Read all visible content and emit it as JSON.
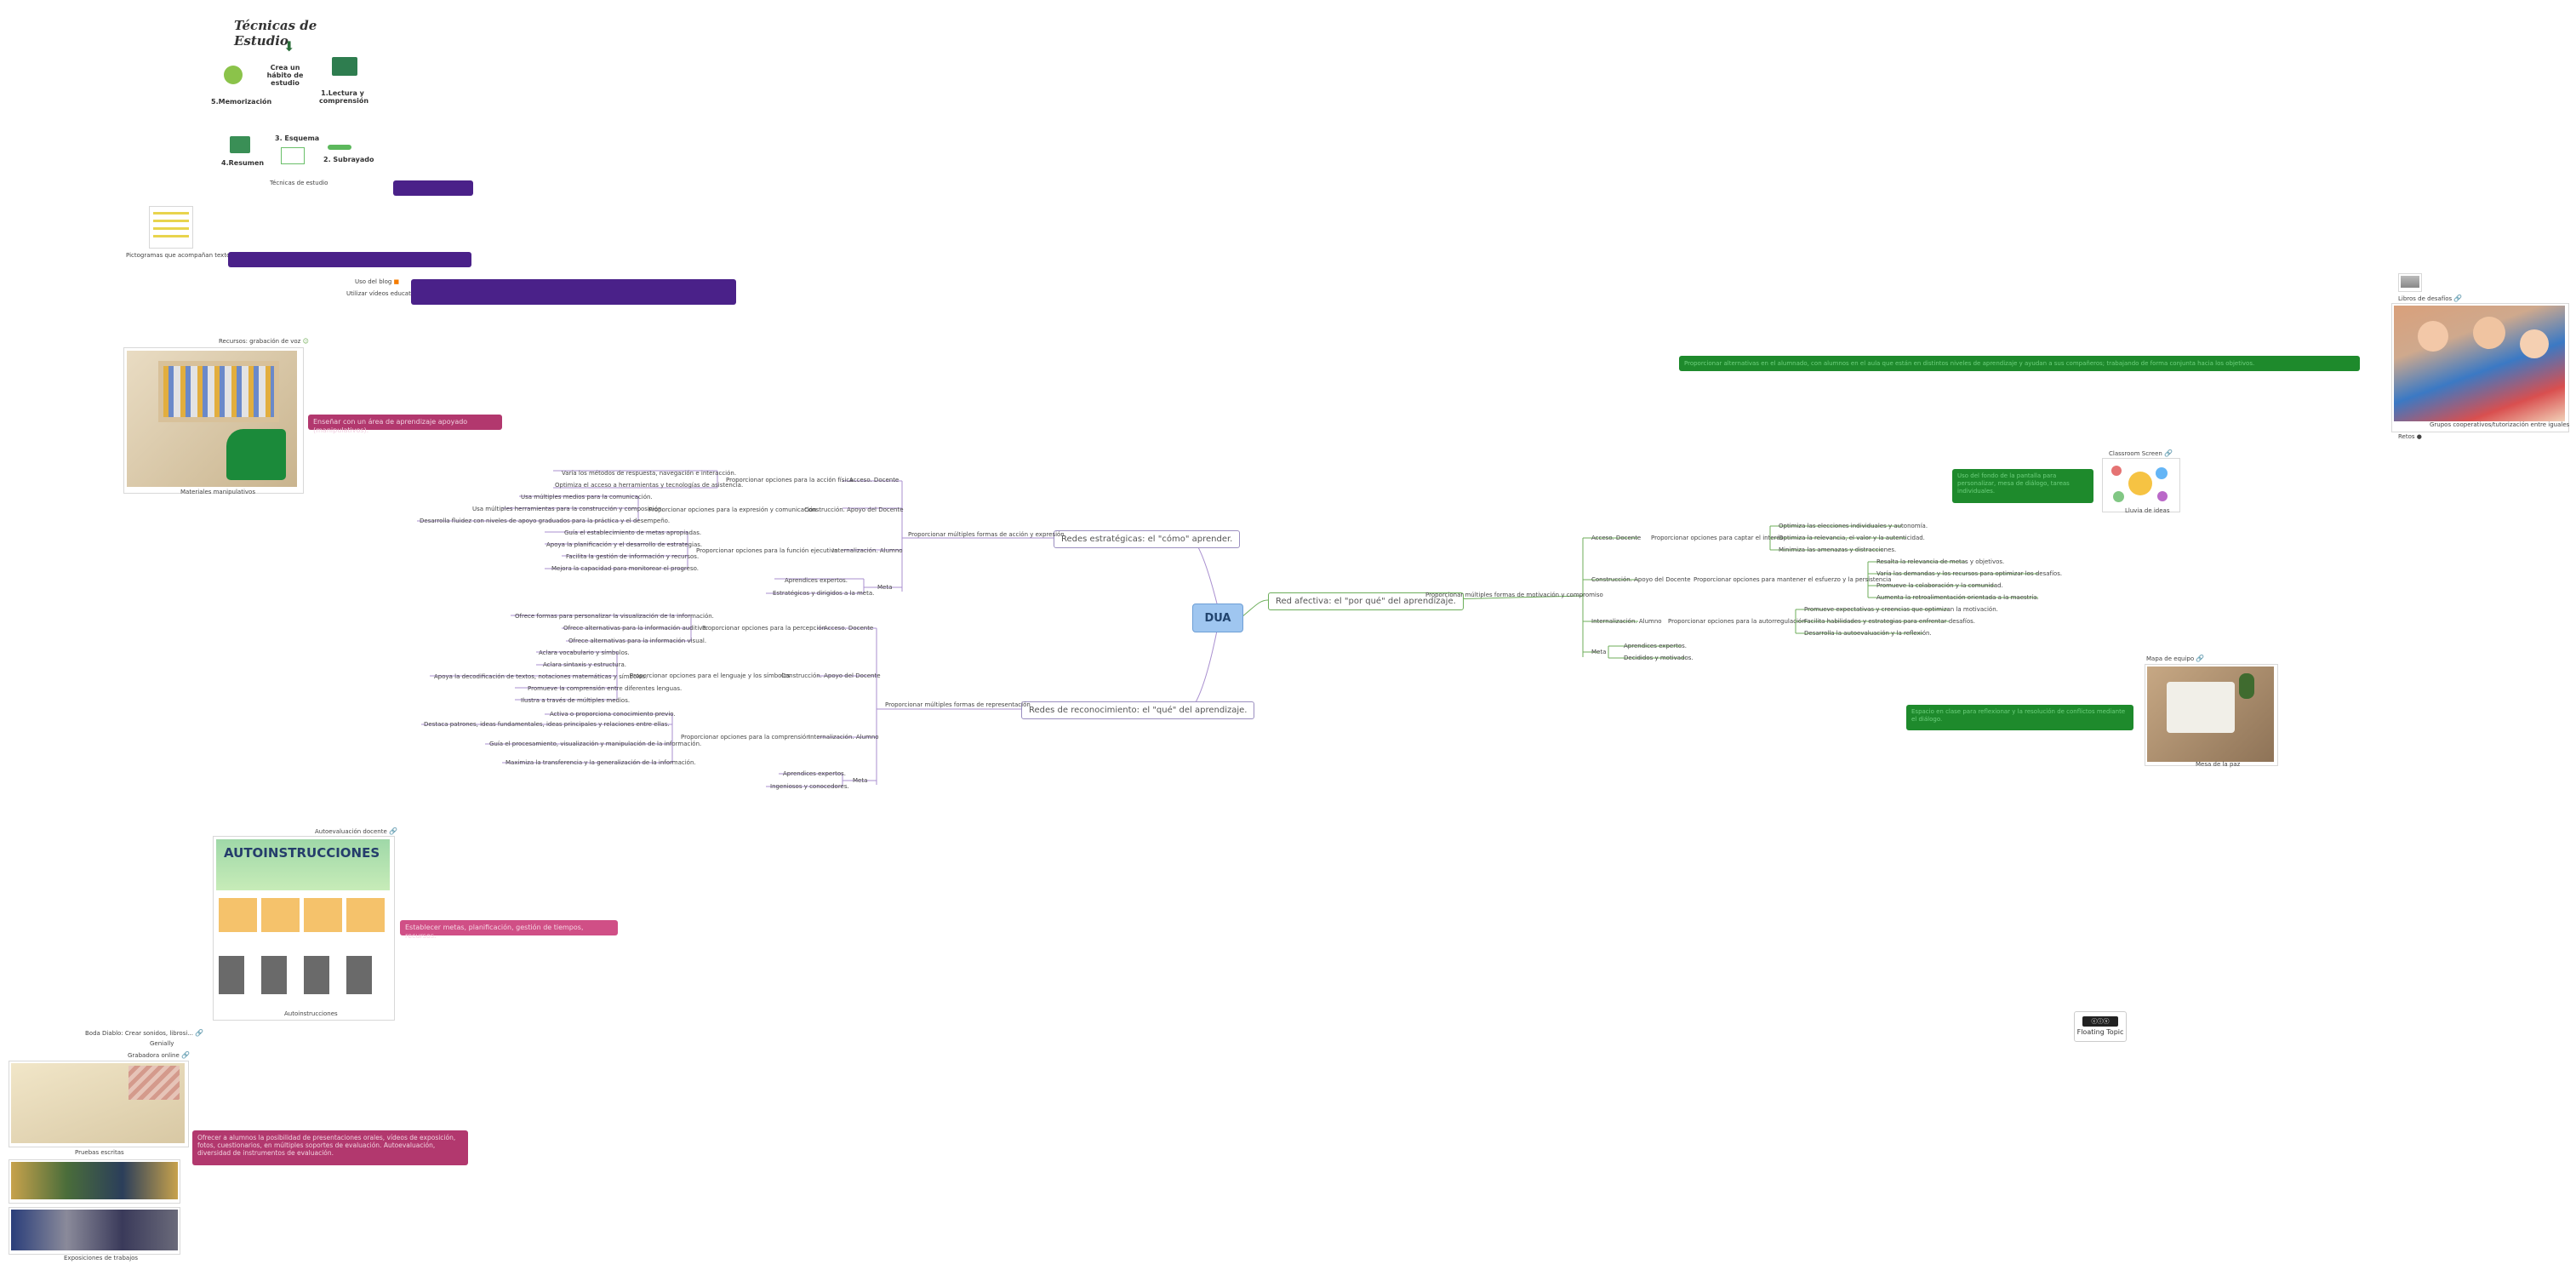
{
  "central": "DUA",
  "branches": {
    "how": "Redes estratégicas: el \"cómo\" aprender.",
    "what": "Redes de reconocimiento: el \"qué\" del aprendizaje.",
    "why": "Red afectiva: el \"por qué\" del aprendizaje."
  },
  "how": {
    "main": "Proporcionar múltiples formas de acción y expresión",
    "groups": [
      {
        "label": "Acceso. Docente",
        "sub": "Proporcionar opciones para la acción física",
        "items": [
          "Varía los métodos de respuesta, navegación e interacción.",
          "Optimiza el acceso a herramientas y tecnologías de asistencia."
        ]
      },
      {
        "label": "Construcción. Apoyo del Docente",
        "sub": "Proporcionar opciones para la expresión y comunicación",
        "items": [
          "Usa múltiples medios para la comunicación.",
          "Usa múltiples herramientas para la construcción y composición.",
          "Desarrolla fluidez con niveles de apoyo graduados para la práctica y el desempeño."
        ]
      },
      {
        "label": "Internalización. Alumno",
        "sub": "Proporcionar opciones para la función ejecutiva",
        "items": [
          "Guía el establecimiento de metas apropiadas.",
          "Apoya la planificación y el desarrollo de estrategias.",
          "Facilita la gestión de información y recursos.",
          "Mejora la capacidad para monitorear el progreso."
        ]
      },
      {
        "label": "Meta",
        "sub": "",
        "items": [
          "Aprendices expertos.",
          "Estratégicos y dirigidos a la meta."
        ]
      }
    ]
  },
  "what": {
    "main": "Proporcionar múltiples formas de representación",
    "groups": [
      {
        "label": "Acceso. Docente",
        "sub": "Proporcionar opciones para la percepción",
        "items": [
          "Ofrece formas para personalizar la visualización de la información.",
          "Ofrece alternativas para la información auditiva.",
          "Ofrece alternativas para la información visual."
        ]
      },
      {
        "label": "Construcción. Apoyo del Docente",
        "sub": "Proporcionar opciones para el lenguaje y los símbolos",
        "items": [
          "Aclara vocabulario y símbolos.",
          "Aclara sintaxis y estructura.",
          "Apoya la decodificación de textos, notaciones matemáticas y símbolos.",
          "Promueve la comprensión entre diferentes lenguas.",
          "Ilustra a través de múltiples medios."
        ]
      },
      {
        "label": "Internalización. Alumno",
        "sub": "Proporcionar opciones para la comprensión",
        "items": [
          "Activa o proporciona conocimiento previo.",
          "Destaca patrones, ideas fundamentales, ideas principales y relaciones entre ellas.",
          "Guía el procesamiento, visualización y manipulación de la información.",
          "Maximiza la transferencia y la generalización de la información."
        ]
      },
      {
        "label": "Meta",
        "sub": "",
        "items": [
          "Aprendices expertos.",
          "Ingeniosos y conocedores."
        ]
      }
    ]
  },
  "why": {
    "main": "Proporcionar múltiples formas de motivación y compromiso",
    "groups": [
      {
        "label": "Acceso. Docente",
        "sub": "Proporcionar opciones para captar el interés",
        "items": [
          "Optimiza las elecciones individuales y autonomía.",
          "Optimiza la relevancia, el valor y la autenticidad.",
          "Minimiza las amenazas y distracciones."
        ]
      },
      {
        "label": "Construcción. Apoyo del Docente",
        "sub": "Proporcionar opciones para mantener el esfuerzo y la persistencia",
        "items": [
          "Resalta la relevancia de metas y objetivos.",
          "Varía las demandas y los recursos para optimizar los desafíos.",
          "Promueve la colaboración y la comunidad.",
          "Aumenta la retroalimentación orientada a la maestría."
        ]
      },
      {
        "label": "Internalización. Alumno",
        "sub": "Proporcionar opciones para la autorregulación",
        "items": [
          "Promueve expectativas y creencias que optimizan la motivación.",
          "Facilita habilidades y estrategias para enfrentar desafíos.",
          "Desarrolla la autoevaluación y la reflexión."
        ]
      },
      {
        "label": "Meta",
        "sub": "",
        "items": [
          "Aprendices expertos.",
          "Decididos y motivados."
        ]
      }
    ]
  },
  "infographic": {
    "title": "Técnicas de Estudio",
    "habit": "Crea un hábito de estudio",
    "steps": [
      "1.Lectura y comprensión",
      "2. Subrayado",
      "3. Esquema",
      "4.Resumen",
      "5.Memorización"
    ],
    "caption": "Técnicas de estudio"
  },
  "left_items": {
    "pictogramas": "Pictogramas que acompañan textos",
    "blog": "Uso del blog",
    "videos": "Utilizar vídeos educativos",
    "recursos": "Recursos: grabación de voz",
    "materiales": "Materiales manipulativos",
    "materiales_note": "Enseñar con un área de aprendizaje apoyado (manipulativos).",
    "autoeval": "Autoevaluación docente",
    "autoinst_title": "AUTOINSTRUCCIONES",
    "autoinst_caption": "Autoinstrucciones",
    "autoinst_note": "Establecer metas, planificación, gestión de tiempos, recursos.",
    "boda": "Boda Diablo: Crear sonidos, librosi...",
    "genially": "Genially",
    "grabadora": "Grabadora online",
    "pruebas": "Pruebas escritas",
    "exposiciones": "Exposiciones de trabajos",
    "eval_note": "Ofrecer a alumnos la posibilidad de presentaciones orales, vídeos de exposición, fotos, cuestionarios, en múltiples soportes de evaluación. Autoevaluación, diversidad de instrumentos de evaluación."
  },
  "right_items": {
    "banner": "Proporcionar alternativas en el alumnado, con alumnos en el aula que están en distintos niveles de aprendizaje y ayudan a sus compañeros; trabajando de forma conjunta hacia los objetivos.",
    "libros": "Libros de desafíos",
    "grupos": "Grupos cooperativos/tutorización entre iguales",
    "retos": "Retos",
    "classroom": "Classroom Screen",
    "lluvia": "Lluvia de ideas",
    "classroom_note": "Uso del fondo de la pantalla para personalizar, mesa de diálogo, tareas individuales.",
    "mapa": "Mapa de equipo",
    "mesa": "Mesa de la paz",
    "mesa_note": "Espacio en clase para reflexionar y la resolución de conflictos mediante el diálogo.",
    "floating": "Floating Topic"
  },
  "colors": {
    "purple": "#4a2189",
    "magenta": "#b2386e",
    "green": "#1e8a2c",
    "central": "#9fc6f0"
  }
}
